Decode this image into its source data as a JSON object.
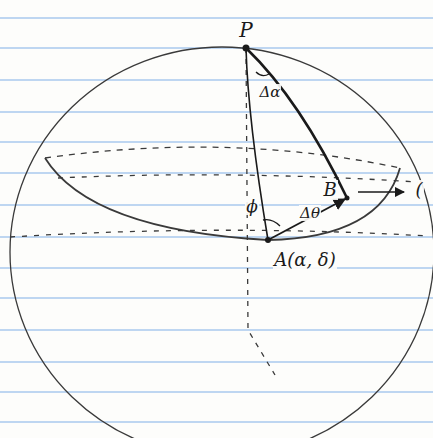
{
  "diagram": {
    "labels": [
      "P",
      "Δα",
      "B",
      "(",
      "ϕ",
      "Δθ",
      "A(α, δ)"
    ]
  }
}
